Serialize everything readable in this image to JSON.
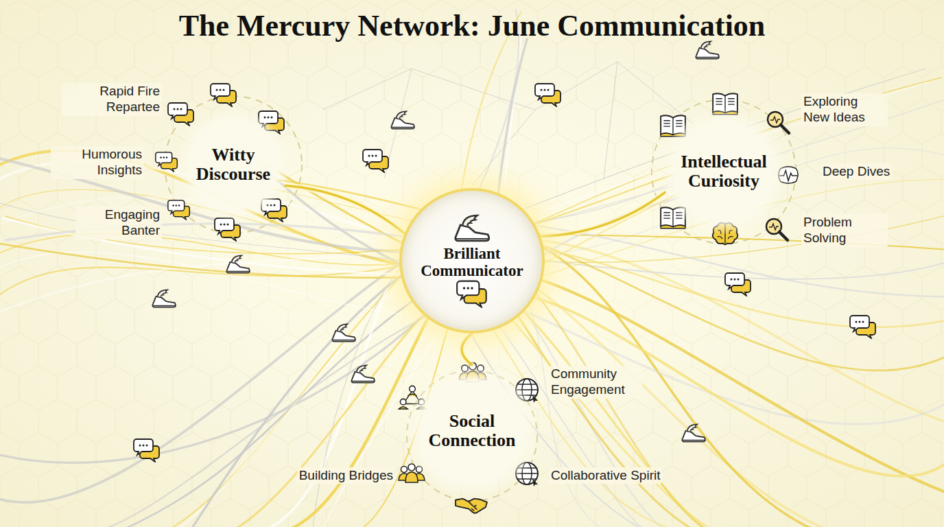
{
  "diagram": {
    "title": "The Mercury Network: June Communication",
    "nodes": [
      {
        "text": [
          "Witty Discourse"
        ]
      },
      {
        "text": [
          "Intellectual Curiosity"
        ]
      },
      {
        "text": [
          "Brilliant Communicator"
        ]
      },
      {
        "text": [
          "Social Connection"
        ]
      }
    ],
    "edges": [
      {
        "from": 2,
        "to": 0,
        "arrow": "none"
      },
      {
        "from": 2,
        "to": 1,
        "arrow": "none"
      },
      {
        "from": 2,
        "to": 3,
        "arrow": "none"
      }
    ],
    "labels": [
      "Rapid Fire Repartee",
      "Humorous Insights",
      "Engaging Banter",
      "Exploring New Ideas",
      "Deep Dives",
      "Problem Solving",
      "Community Engagement",
      "Building Bridges",
      "Collaborative Spirit"
    ]
  }
}
